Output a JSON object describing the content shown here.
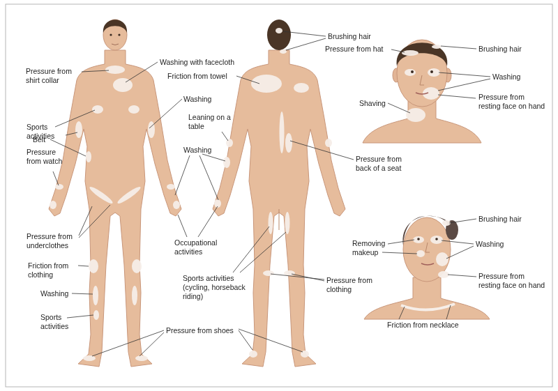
{
  "diagram": {
    "labels": [
      "Pressure from shirt collar",
      "Washing with facecloth",
      "Sports activities",
      "Washing",
      "Belt",
      "Pressure from watch",
      "Washing",
      "Pressure from underclothes",
      "Occupational activities",
      "Friction from clothing",
      "Washing",
      "Sports activities",
      "Pressure from shoes",
      "Brushing hair",
      "Friction from towel",
      "Leaning on a table",
      "Pressure from back of a seat",
      "Sports activities (cycling, horseback riding)",
      "Pressure from clothing",
      "Pressure from hat",
      "Brushing hair",
      "Washing",
      "Shaving",
      "Pressure from resting face on hand",
      "Brushing hair",
      "Removing makeup",
      "Washing",
      "Pressure from resting face on hand",
      "Friction from necklace"
    ]
  }
}
